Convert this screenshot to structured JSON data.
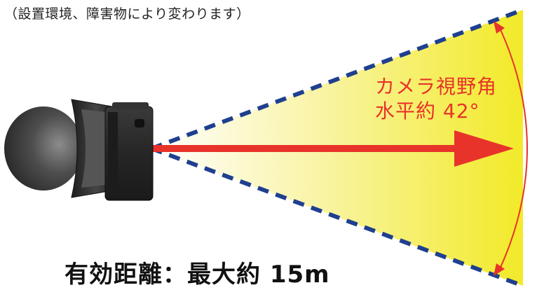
{
  "note": "（設置環境、障害物により変わります）",
  "fov_label": {
    "line1": "カメラ視野角",
    "line2": "水平約 42°"
  },
  "range_label": "有効距離：最大約 15m",
  "colors": {
    "fov_fill_start": "#ffffff",
    "fov_fill_end": "#f2ea28",
    "fov_border": "#1f3f8f",
    "arrow": "#e8332a",
    "camera_body": "#2a2a2a",
    "mount_disc": "#4a4a4a"
  }
}
